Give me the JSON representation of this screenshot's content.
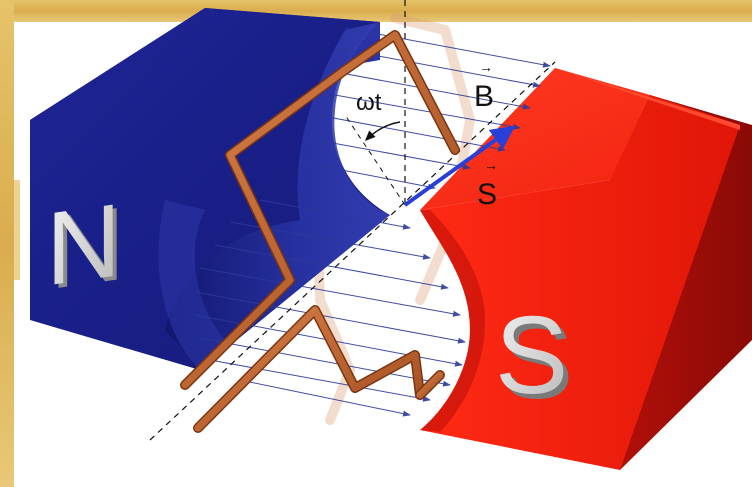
{
  "labels": {
    "north_pole": "N",
    "south_pole": "S",
    "field_vector": "B",
    "area_vector": "S",
    "angle": "ωt"
  },
  "colors": {
    "north_magnet": "#1a1e8a",
    "south_magnet": "#e8180a",
    "field_lines": "#2a3a9a",
    "coil": "#b85a2a",
    "area_vector": "#2a3fd8",
    "frame_gold": "#d4a84a"
  }
}
